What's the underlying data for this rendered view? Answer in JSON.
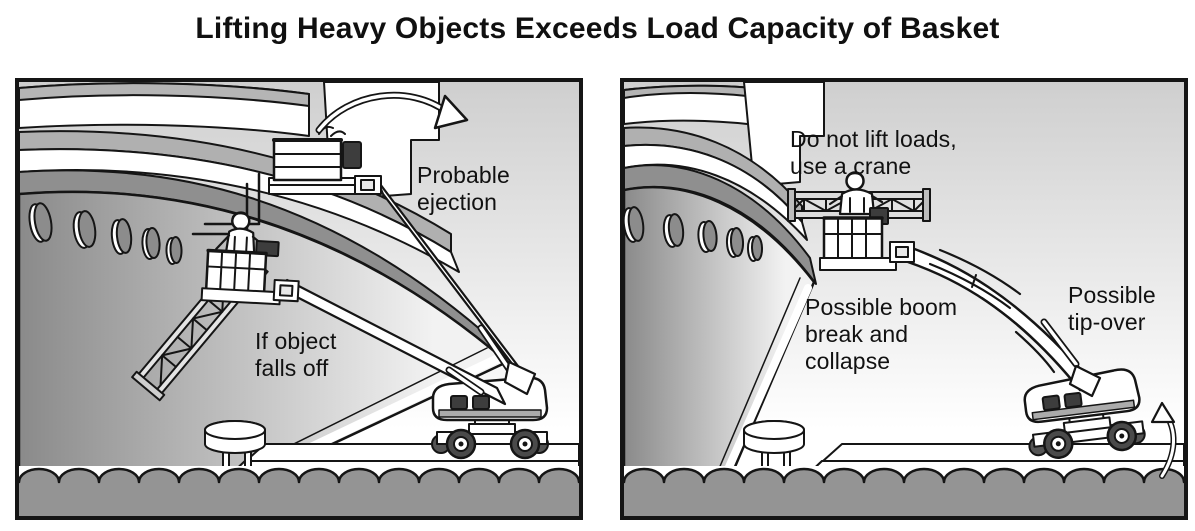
{
  "title": "Lifting Heavy Objects Exceeds Load Capacity of Basket",
  "panels": {
    "left": {
      "labels": {
        "probable_ejection": "Probable\nejection",
        "if_object_falls_off": "If object\nfalls off"
      }
    },
    "right": {
      "labels": {
        "do_not_lift": "Do not lift loads,\nuse a crane",
        "boom_break": "Possible boom\nbreak and\ncollapse",
        "tip_over": "Possible\ntip-over"
      }
    }
  },
  "colors": {
    "outline": "#151515",
    "text": "#111111",
    "sky_top": "#cfcfcf",
    "sky_bottom": "#ffffff",
    "water": "#949494",
    "hull_dark": "#8a8a8a",
    "band_dark": "#8f8f8f",
    "band_gray": "#b0b0b0",
    "dark_fill": "#3d3d3d"
  }
}
